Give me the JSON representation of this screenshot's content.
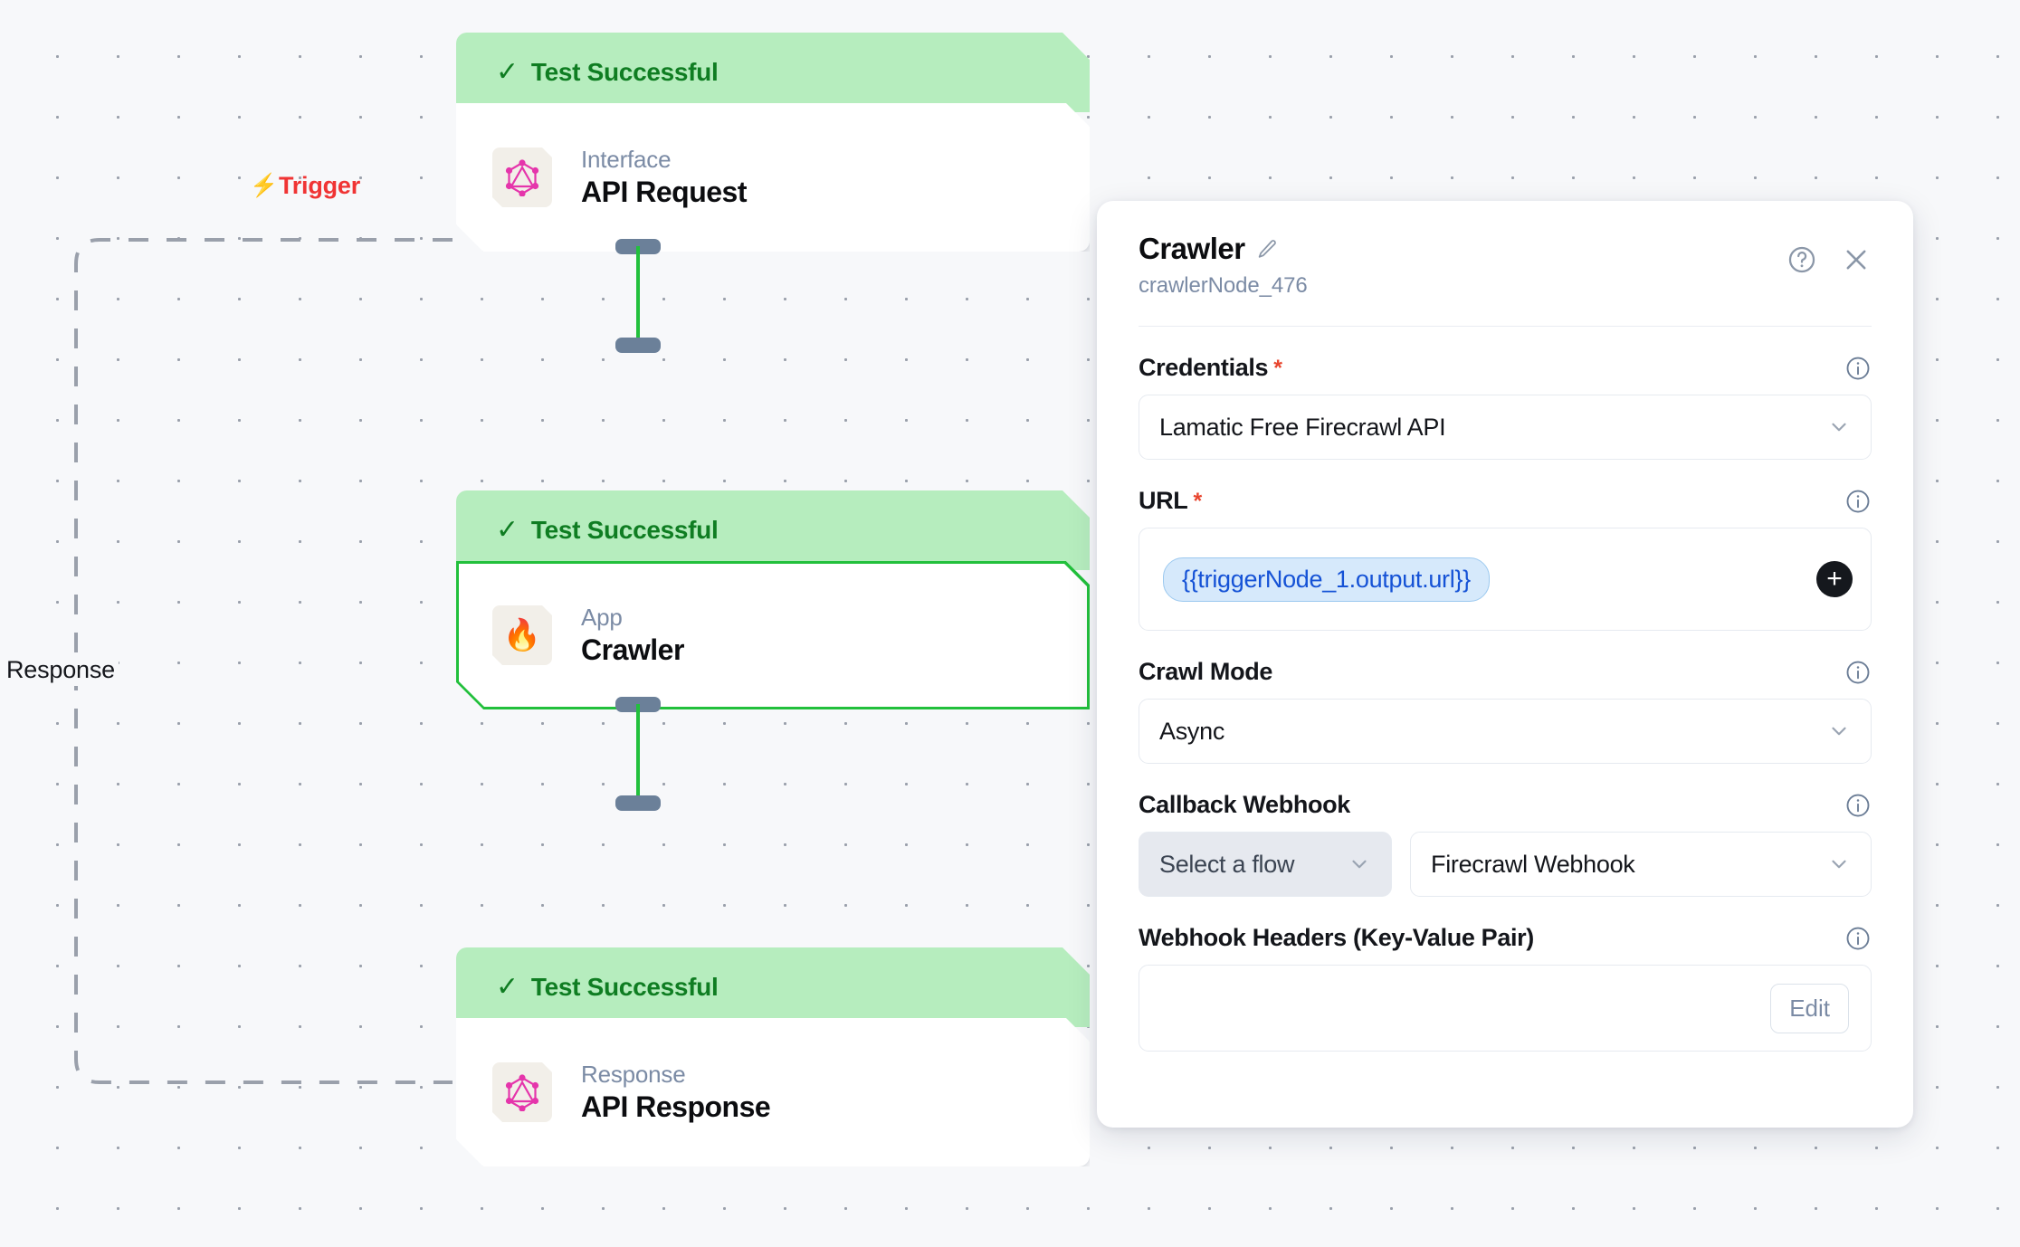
{
  "canvas": {
    "edges": {
      "trigger_label": "Trigger",
      "trigger_icon": "lightning-bolt-icon",
      "response_label": "Response"
    },
    "nodes": [
      {
        "id": "node-api-request",
        "status": "Test Successful",
        "status_icon": "check-icon",
        "kind": "Interface",
        "title": "API Request",
        "icon": "graphql-icon",
        "selected": false
      },
      {
        "id": "node-crawler",
        "status": "Test Successful",
        "status_icon": "check-icon",
        "kind": "App",
        "title": "Crawler",
        "icon": "flame-icon",
        "icon_glyph": "🔥",
        "selected": true
      },
      {
        "id": "node-api-response",
        "status": "Test Successful",
        "status_icon": "check-icon",
        "kind": "Response",
        "title": "API Response",
        "icon": "graphql-icon",
        "selected": false
      }
    ]
  },
  "panel": {
    "title": "Crawler",
    "edit_icon": "pencil-icon",
    "subtitle": "crawlerNode_476",
    "help_icon": "help-circle-icon",
    "close_icon": "close-icon",
    "fields": {
      "credentials": {
        "label": "Credentials",
        "required": "*",
        "info_icon": "info-icon",
        "value": "Lamatic Free Firecrawl API"
      },
      "url": {
        "label": "URL",
        "required": "*",
        "info_icon": "info-icon",
        "token": "{{triggerNode_1.output.url}}",
        "add_label": "+"
      },
      "crawl_mode": {
        "label": "Crawl Mode",
        "info_icon": "info-icon",
        "value": "Async"
      },
      "callback_webhook": {
        "label": "Callback Webhook",
        "info_icon": "info-icon",
        "flow_placeholder": "Select a flow",
        "webhook_value": "Firecrawl Webhook"
      },
      "webhook_headers": {
        "label": "Webhook Headers (Key-Value Pair)",
        "info_icon": "info-icon",
        "edit_label": "Edit"
      }
    }
  },
  "colors": {
    "success_bg": "#b6edbe",
    "success_text": "#0f7d22",
    "selected_border": "#22c03c",
    "trigger_red": "#f03434",
    "token_blue": "#1552d6",
    "required_red": "#e8452e",
    "canvas_bg": "#f7f8fa"
  }
}
